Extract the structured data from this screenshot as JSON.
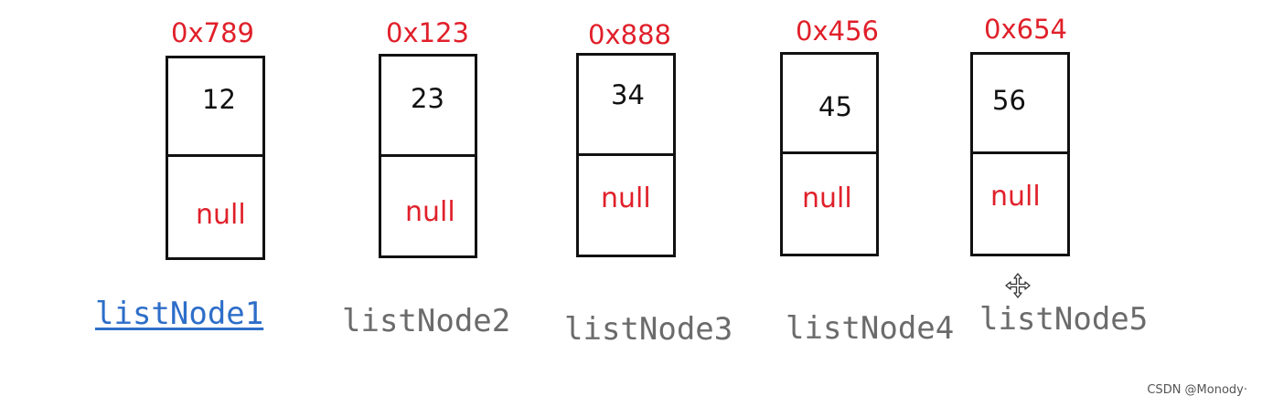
{
  "nodes": [
    {
      "address": "0x789",
      "value": "12",
      "next": "null",
      "variable": "listNode1"
    },
    {
      "address": "0x123",
      "value": "23",
      "next": "null",
      "variable": "listNode2"
    },
    {
      "address": "0x888",
      "value": "34",
      "next": "null",
      "variable": "listNode3"
    },
    {
      "address": "0x456",
      "value": "45",
      "next": "null",
      "variable": "listNode4"
    },
    {
      "address": "0x654",
      "value": "56",
      "next": "null",
      "variable": "listNode5"
    }
  ],
  "colors": {
    "address": "#e0202a",
    "null_text": "#e0202a",
    "border": "#111111",
    "variable": "#6b6b6b",
    "variable_active": "#2d6ec9"
  },
  "icons": {
    "cursor": "move-cursor-icon"
  },
  "watermark": "CSDN @Monody·"
}
